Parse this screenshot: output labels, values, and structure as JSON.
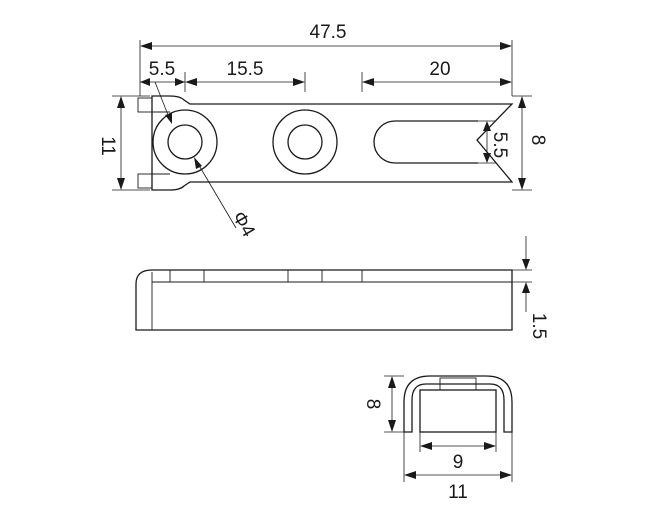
{
  "dimensions": {
    "top_view": {
      "overall_length": "47.5",
      "hole_offset": "5.5",
      "hole_spacing": "15.5",
      "slot_length": "20",
      "width": "11",
      "body_height": "8",
      "slot_width": "5.5",
      "hole_diameter": "Φ4"
    },
    "side_view": {
      "thickness": "1.5"
    },
    "end_view": {
      "height": "8",
      "inner_width": "9",
      "outer_width": "11"
    }
  }
}
